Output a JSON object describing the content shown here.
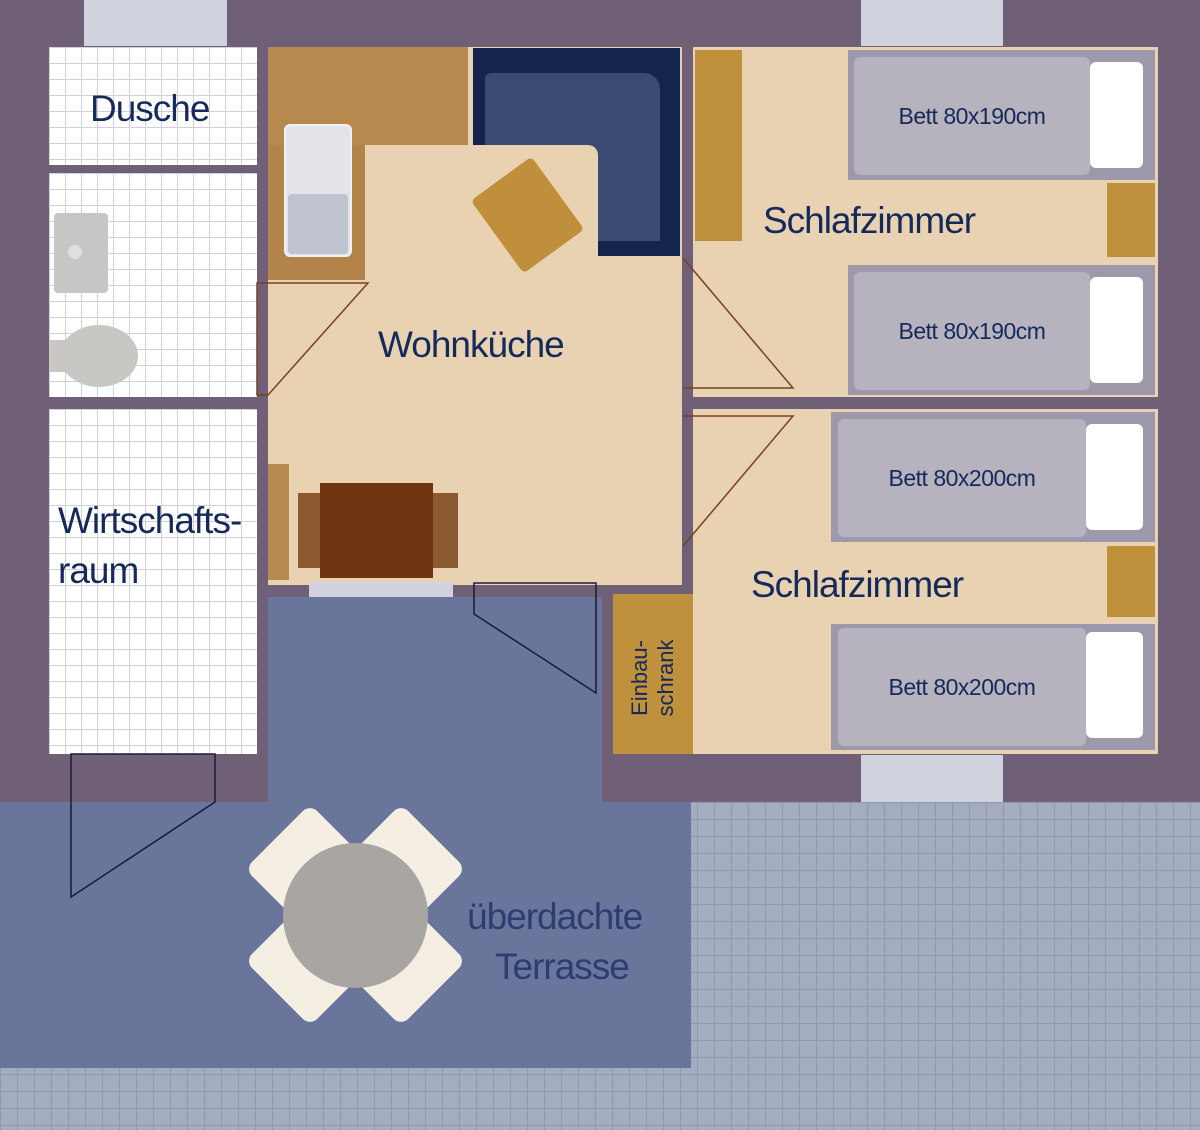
{
  "rooms": {
    "shower": "Dusche",
    "utility_line1": "Wirtschafts-",
    "utility_line2": "raum",
    "kitchen_living": "Wohnküche",
    "bedroom1": "Schlafzimmer",
    "bedroom2": "Schlafzimmer",
    "wardrobe_line1": "Einbau-",
    "wardrobe_line2": "schrank",
    "terrace_line1": "überdachte",
    "terrace_line2": "Terrasse"
  },
  "beds": [
    "Bett 80x190cm",
    "Bett 80x190cm",
    "Bett 80x200cm",
    "Bett 80x200cm"
  ],
  "colors": {
    "wall": "#6f6078",
    "floor": "#e8d2b2",
    "furniture": "#c0913c",
    "text": "#15295a",
    "terrace": "#69759a"
  }
}
